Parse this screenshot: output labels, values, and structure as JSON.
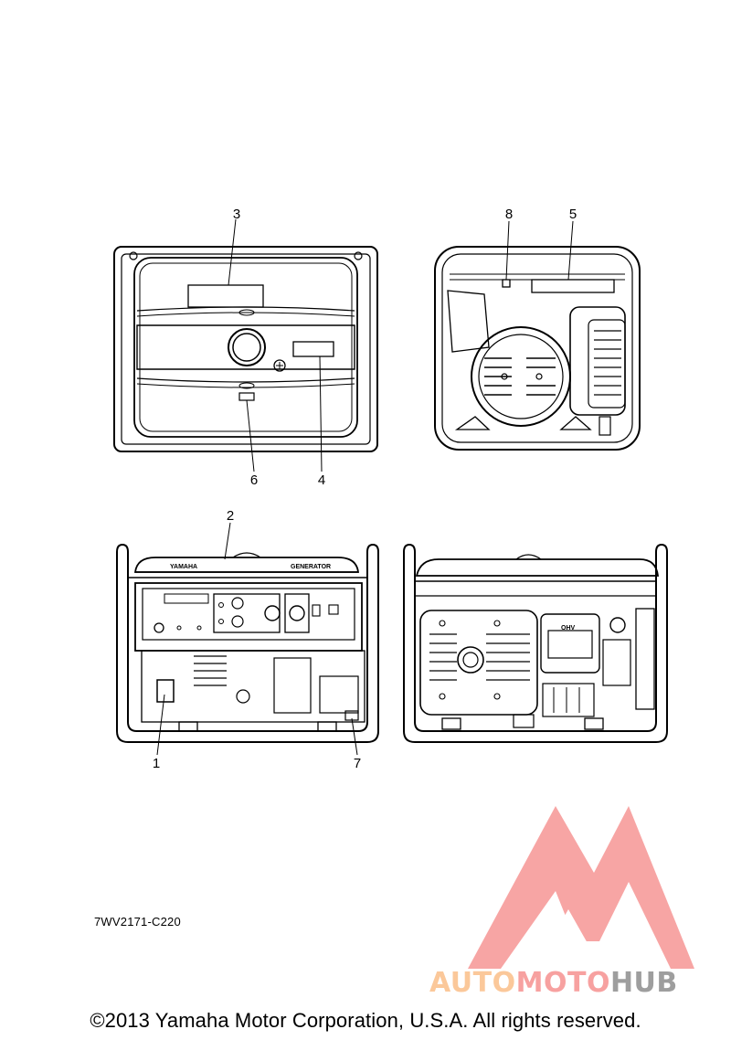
{
  "callouts": {
    "c1": "1",
    "c2": "2",
    "c3": "3",
    "c4": "4",
    "c5": "5",
    "c6": "6",
    "c7": "7",
    "c8": "8"
  },
  "panel_text": {
    "brand": "YAMAHA",
    "generator": "GENERATOR",
    "ohv": "OHV"
  },
  "diagram_code": "7WV2171-C220",
  "copyright": "©2013 Yamaha Motor Corporation, U.S.A. All rights reserved.",
  "watermark": {
    "part1": "AUTO",
    "part2": "MOTO",
    "part3": "HUB",
    "color_auto": "#fbc89a",
    "color_moto": "#f7a1a0",
    "color_hub": "#9e9e9e",
    "logo_color": "#f7a1a0"
  }
}
